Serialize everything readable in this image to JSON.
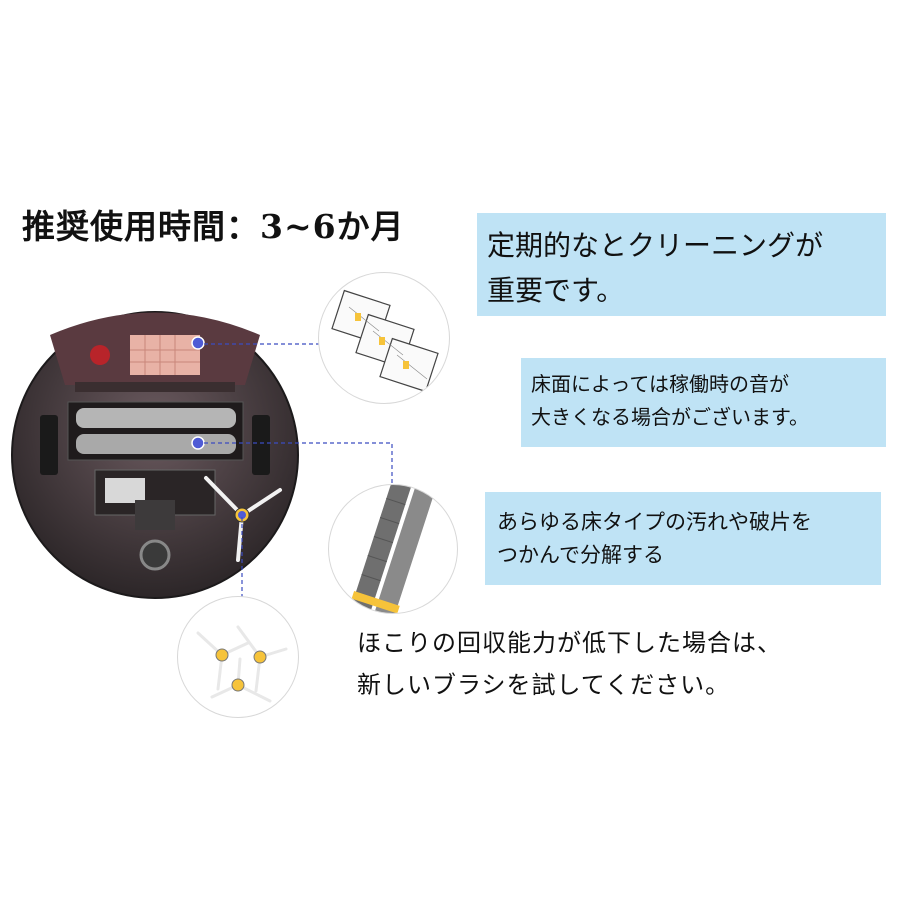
{
  "title": "推奨使用時間：3~6か月",
  "callouts": {
    "filter": [
      "定期的なとクリーニングが",
      "重要です。"
    ],
    "noise": [
      "床面によっては稼働時の音が",
      "大きくなる場合がございます。"
    ],
    "roller": [
      "あらゆる床タイプの汚れや破片を",
      "つかんで分解する"
    ],
    "brush": [
      "ほこりの回収能力が低下した場合は、",
      "新しいブラシを試してください。"
    ]
  },
  "colors": {
    "callout_bg": "#bfe3f5",
    "leader": "#3b4cc0",
    "accent": "#f6c33a"
  },
  "icons": [
    "robot-vacuum-underside",
    "filter-set-image",
    "roller-brush-image",
    "side-brush-image"
  ]
}
